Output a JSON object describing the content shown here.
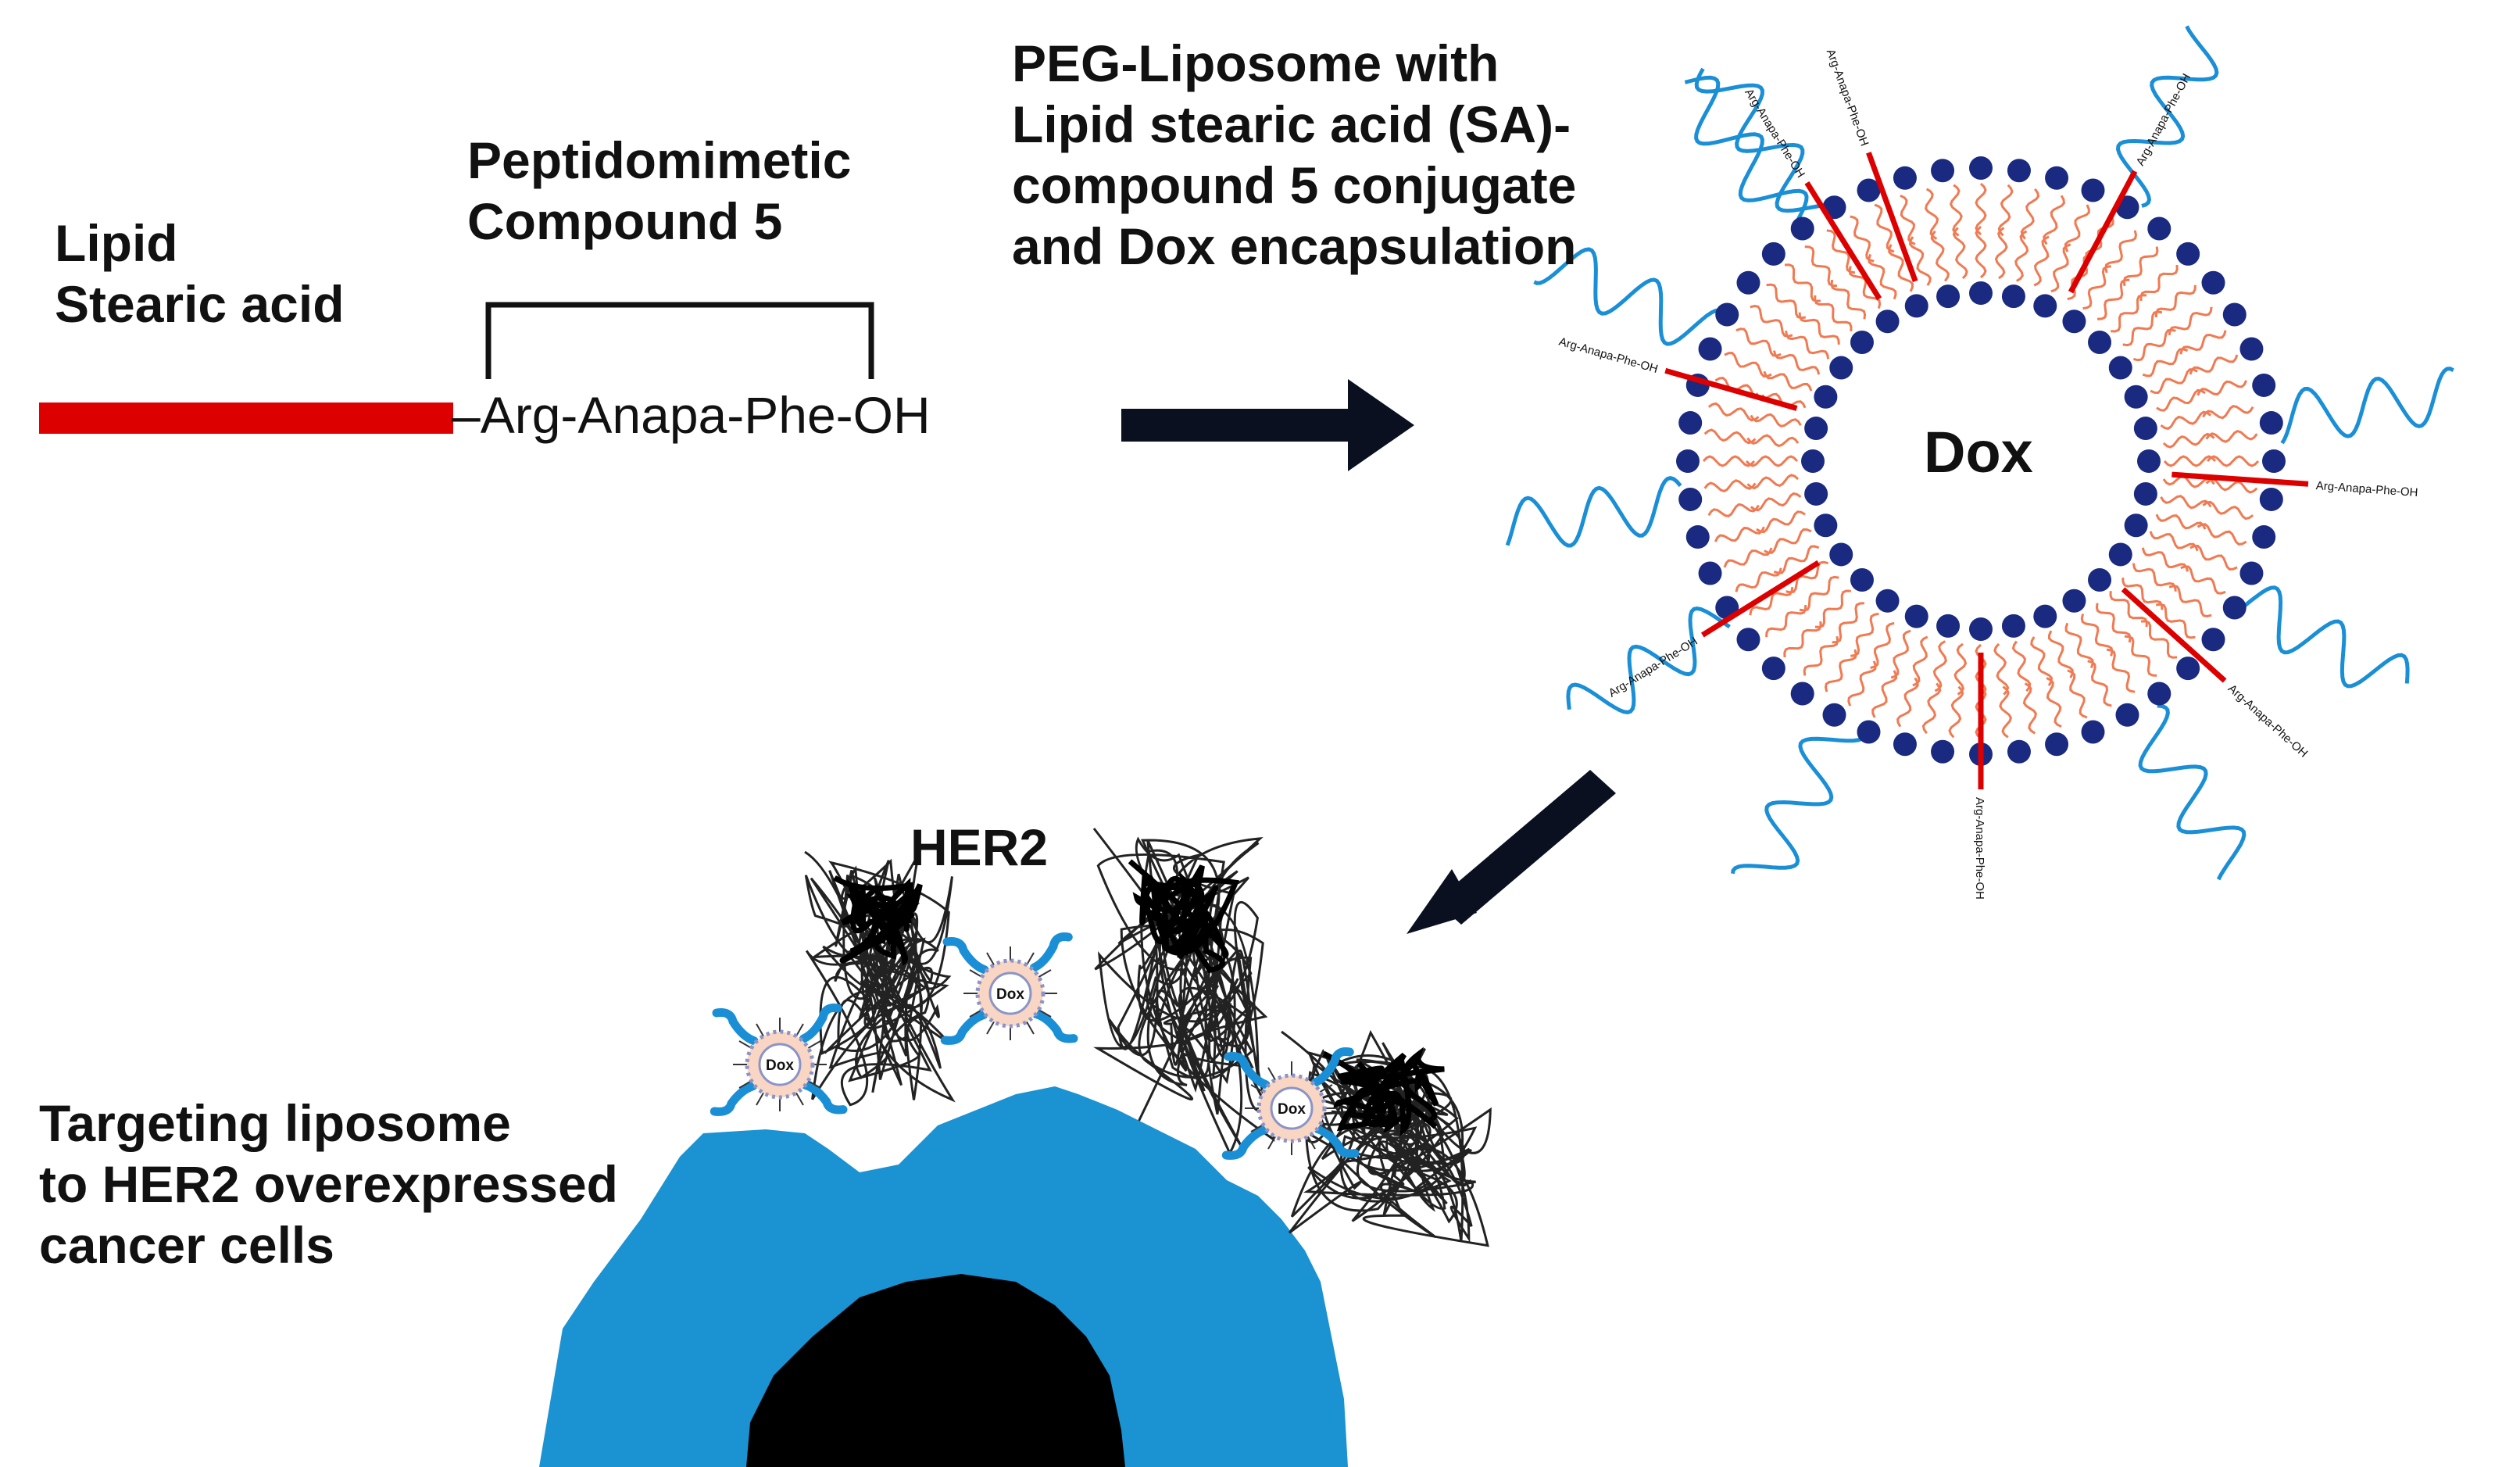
{
  "lipid_label": [
    "Lipid",
    "Stearic acid"
  ],
  "compound_label": [
    "Peptidomimetic",
    "Compound 5"
  ],
  "peptide_sequence": "–Arg-Anapa-Phe-OH",
  "liposome_label": [
    "PEG-Liposome with",
    "Lipid stearic acid (SA)-",
    "compound 5 conjugate",
    "and Dox encapsulation"
  ],
  "dox_label": "Dox",
  "conjugate_label": "Arg-Anapa-Phe-OH",
  "her2_label": "HER2",
  "small_dox_label": "Dox",
  "targeting_label": [
    "Targeting liposome",
    "to HER2 overexpressed",
    "cancer cells"
  ],
  "colors": {
    "lipid_red": "#dd0000",
    "headgroup_blue": "#1a2a80",
    "tail_orange": "#f07a52",
    "liposome_core": "#f9d5c4",
    "peg_blue": "#1b8fd6",
    "cell_blue": "#1b92d1",
    "nucleus_black": "#000000",
    "arrow_dark": "#0a1020"
  }
}
